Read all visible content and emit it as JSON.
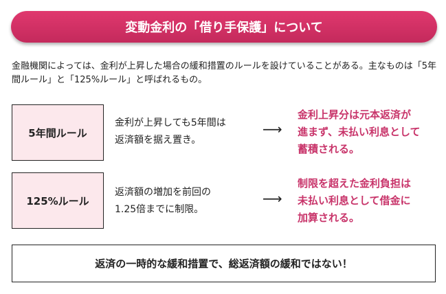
{
  "title": "変動金利の「借り手保護」について",
  "intro": "金融機関によっては、金利が上昇した場合の緩和措置のルールを設けていることがある。主なものは「5年間ルール」と「125%ルール」と呼ばれるもの。",
  "rules": [
    {
      "name": "5年間ルール",
      "desc1": "金利が上昇しても5年間は",
      "desc2": "返済額を据え置き。",
      "arrow": "⟶",
      "res1": "金利上昇分は元本返済が",
      "res2": "進まず、未払い利息として",
      "res3": "蓄積される。"
    },
    {
      "name": "125%ルール",
      "desc1": "返済額の増加を前回の",
      "desc2": "1.25倍までに制限。",
      "arrow": "⟶",
      "res1": "制限を超えた金利負担は",
      "res2": "未払い利息として借金に",
      "res3": "加算される。"
    }
  ],
  "note": "返済の一時的な緩和措置で、総返済額の緩和ではない！",
  "colors": {
    "accent": "#c8346a",
    "box": "#fce8ec"
  }
}
